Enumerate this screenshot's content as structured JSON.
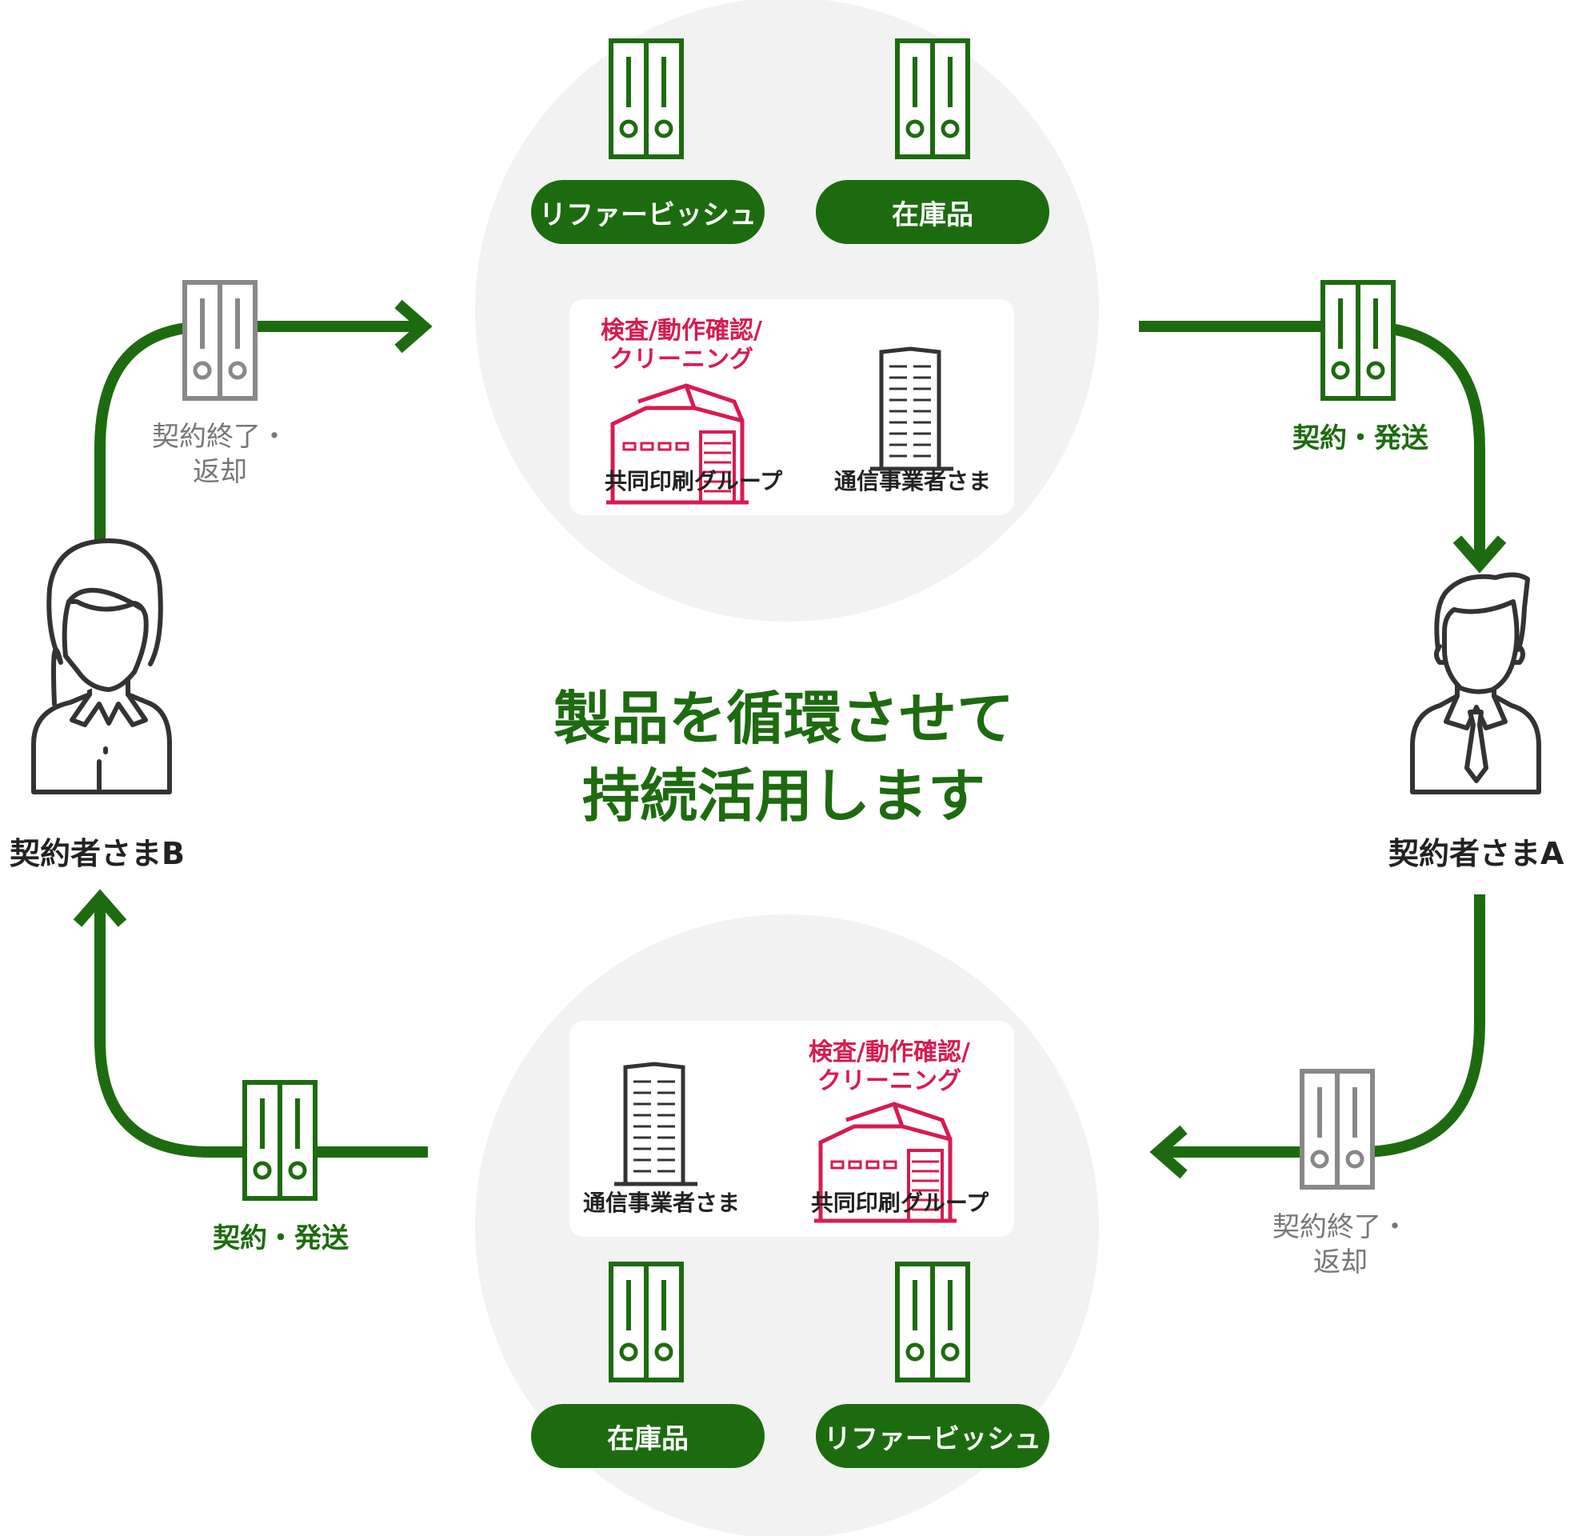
{
  "title_lines": [
    "製品を循環させて",
    "持続活用します"
  ],
  "persons": {
    "b": "契約者さまB",
    "a": "契約者さまA"
  },
  "top_group": {
    "pills": [
      "リファービッシュ",
      "在庫品"
    ],
    "inspect_lines": [
      "検査/動作確認/",
      "クリーニング"
    ],
    "printer_label": "共同印刷グループ",
    "carrier_label": "通信事業者さま"
  },
  "bottom_group": {
    "pills": [
      "在庫品",
      "リファービッシュ"
    ],
    "inspect_lines": [
      "検査/動作確認/",
      "クリーニング"
    ],
    "printer_label": "共同印刷グループ",
    "carrier_label": "通信事業者さま"
  },
  "flow_labels": {
    "return_b": [
      "契約終了・",
      "返却"
    ],
    "ship_a": "契約・発送",
    "return_a": [
      "契約終了・",
      "返却"
    ],
    "ship_b": "契約・発送"
  },
  "colors": {
    "green": "#1d6b0f",
    "gray": "#888888",
    "red": "#d81b4f",
    "circle_bg": "#f2f2f2"
  }
}
